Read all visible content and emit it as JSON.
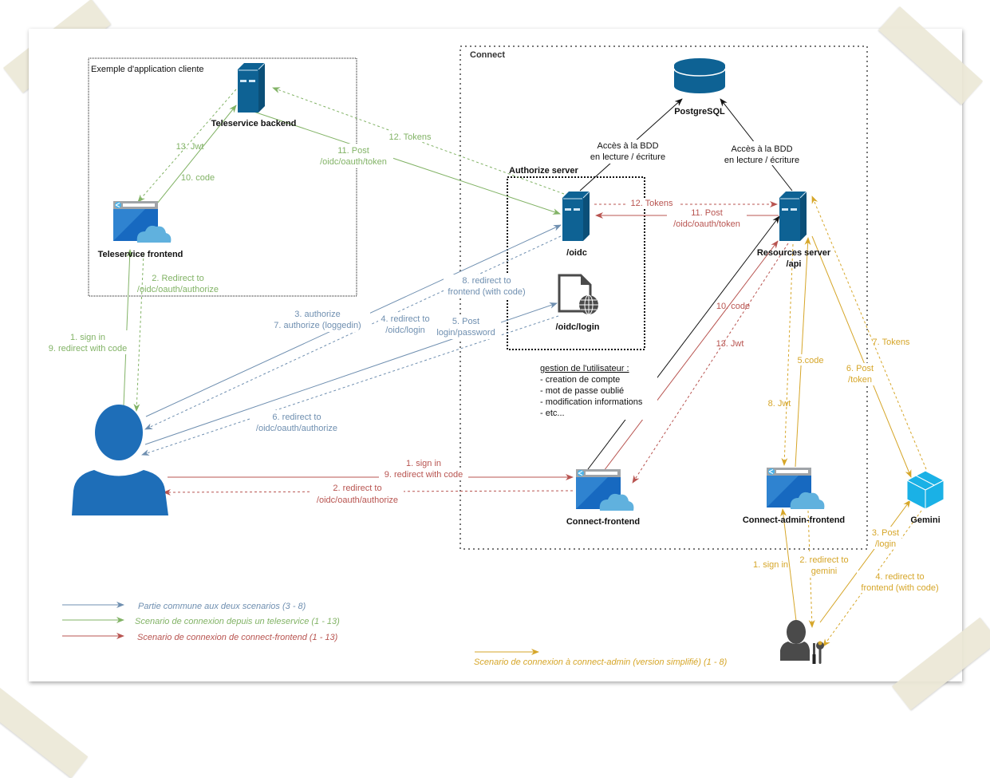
{
  "colors": {
    "common": "#6f8fb0",
    "teleservice": "#82b366",
    "connect_frontend": "#b85450",
    "admin": "#d6a629",
    "black": "#111111",
    "server_blue": "#0e6294",
    "user_blue": "#1e6eb8",
    "gemini": "#1ab1e6",
    "admin_user": "#4a4a4a"
  },
  "containers": {
    "client_app": "Exemple d'application cliente",
    "connect": "Connect",
    "authorize_server": "Authorize server"
  },
  "nodes": {
    "teleservice_backend": "Teleservice backend",
    "teleservice_frontend": "Teleservice frontend",
    "postgresql": "PostgreSQL",
    "oidc": "/oidc",
    "oidc_login": "/oidc/login",
    "resources_server": [
      "Resources server",
      "/api"
    ],
    "connect_frontend": "Connect-frontend",
    "connect_admin_frontend": "Connect-admin-frontend",
    "gemini": "Gemini"
  },
  "db_access": [
    "Accès à la BDD",
    "en lecture / écriture"
  ],
  "user_management": {
    "title": "gestion de l'utilisateur :",
    "items": [
      "- creation de compte",
      "- mot de passe oublié",
      "- modification informations",
      "- etc..."
    ]
  },
  "labels": {
    "ts_13_jwt": "13. Jwt",
    "ts_10_code": "10. code",
    "ts_11_post": [
      "11. Post",
      "/oidc/oauth/token"
    ],
    "ts_12_tokens": "12. Tokens",
    "ts_2_redirect": [
      "2. Redirect to",
      "/oidc/oauth/authorize"
    ],
    "ts_1_signin": [
      "1. sign in",
      "9. redirect with code"
    ],
    "common_3_7": [
      "3. authorize",
      "7. authorize (loggedin)"
    ],
    "common_4": [
      "4. redirect to",
      "/oidc/login"
    ],
    "common_5": [
      "5. Post",
      "login/password"
    ],
    "common_8": [
      "8. redirect to",
      "frontend (with code)"
    ],
    "common_6": [
      "6. redirect to",
      "/oidc/oauth/authorize"
    ],
    "cf_12_tokens": "12. Tokens",
    "cf_11_post": [
      "11. Post",
      "/oidc/oauth/token"
    ],
    "cf_10_code": "10. code",
    "cf_13_jwt": "13. Jwt",
    "cf_1_9": [
      "1. sign in",
      "9. redirect with code"
    ],
    "cf_2_redirect": [
      "2. redirect to",
      "/oidc/oauth/authorize"
    ],
    "ad_5_code": "5.code",
    "ad_8_jwt": "8. Jwt",
    "ad_6_post": [
      "6. Post",
      "/token"
    ],
    "ad_7_tokens": "7. Tokens",
    "ad_3_post": [
      "3. Post",
      "/login"
    ],
    "ad_1_signin": "1. sign in",
    "ad_2_redirect": [
      "2. redirect to",
      "gemini"
    ],
    "ad_4_redirect": [
      "4. redirect to",
      "frontend (with code)"
    ]
  },
  "legend": [
    {
      "key": "common",
      "text": "Partie commune aux deux scenarios (3 - 8)"
    },
    {
      "key": "teleservice",
      "text": "Scenario de connexion depuis un teleservice (1 - 13)"
    },
    {
      "key": "connect_frontend",
      "text": "Scenario de connexion de connect-frontend (1 - 13)"
    },
    {
      "key": "admin",
      "text": "Scenario de connexion à connect-admin (version simplifié) (1 - 8)"
    }
  ]
}
